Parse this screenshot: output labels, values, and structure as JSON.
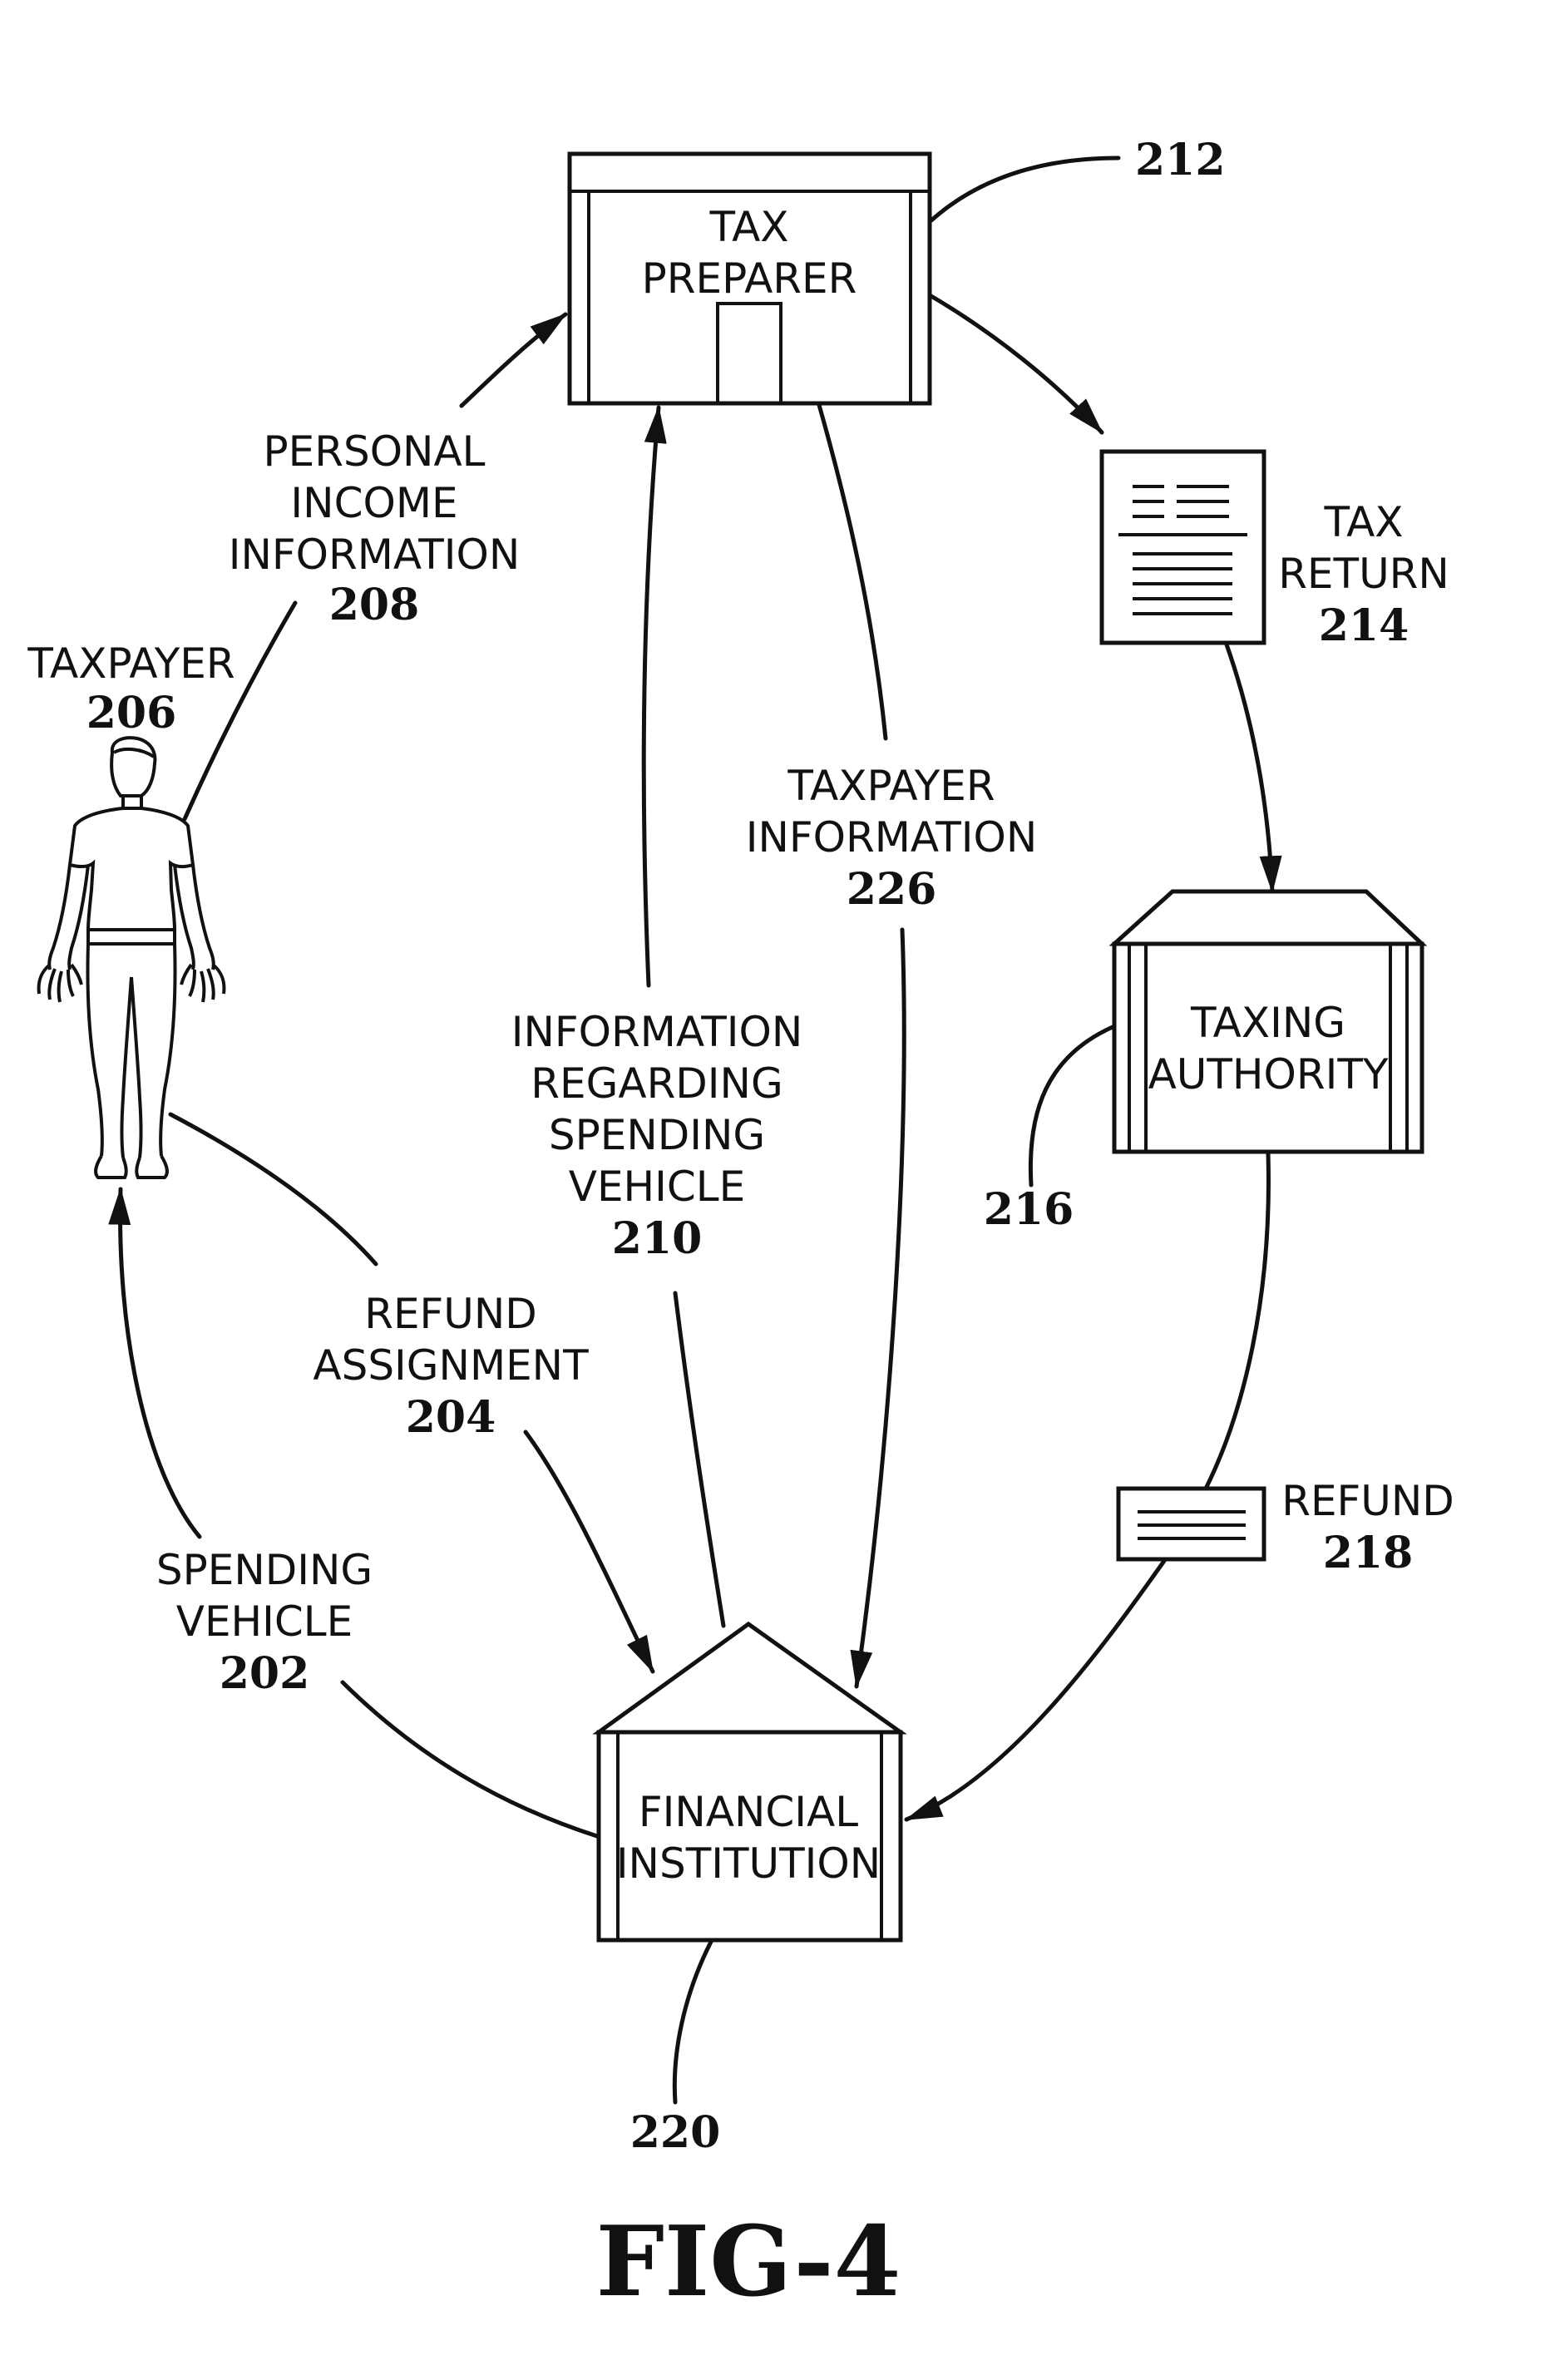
{
  "figure_label": "FIG-4",
  "nodes": {
    "tax_preparer": {
      "lines": [
        "TAX",
        "PREPARER"
      ],
      "ref": "212"
    },
    "tax_return": {
      "lines": [
        "TAX",
        "RETURN"
      ],
      "ref": "214"
    },
    "taxing_authority": {
      "lines": [
        "TAXING",
        "AUTHORITY"
      ],
      "ref": "216"
    },
    "refund": {
      "lines": [
        "REFUND"
      ],
      "ref": "218"
    },
    "financial_institution": {
      "lines": [
        "FINANCIAL",
        "INSTITUTION"
      ],
      "ref": "220"
    },
    "taxpayer": {
      "lines": [
        "TAXPAYER"
      ],
      "ref": "206"
    }
  },
  "flows": {
    "personal_income": {
      "lines": [
        "PERSONAL",
        "INCOME",
        "INFORMATION"
      ],
      "ref": "208"
    },
    "taxpayer_information": {
      "lines": [
        "TAXPAYER",
        "INFORMATION"
      ],
      "ref": "226"
    },
    "info_spending_vehicle": {
      "lines": [
        "INFORMATION",
        "REGARDING",
        "SPENDING",
        "VEHICLE"
      ],
      "ref": "210"
    },
    "refund_assignment": {
      "lines": [
        "REFUND",
        "ASSIGNMENT"
      ],
      "ref": "204"
    },
    "spending_vehicle": {
      "lines": [
        "SPENDING",
        "VEHICLE"
      ],
      "ref": "202"
    }
  }
}
